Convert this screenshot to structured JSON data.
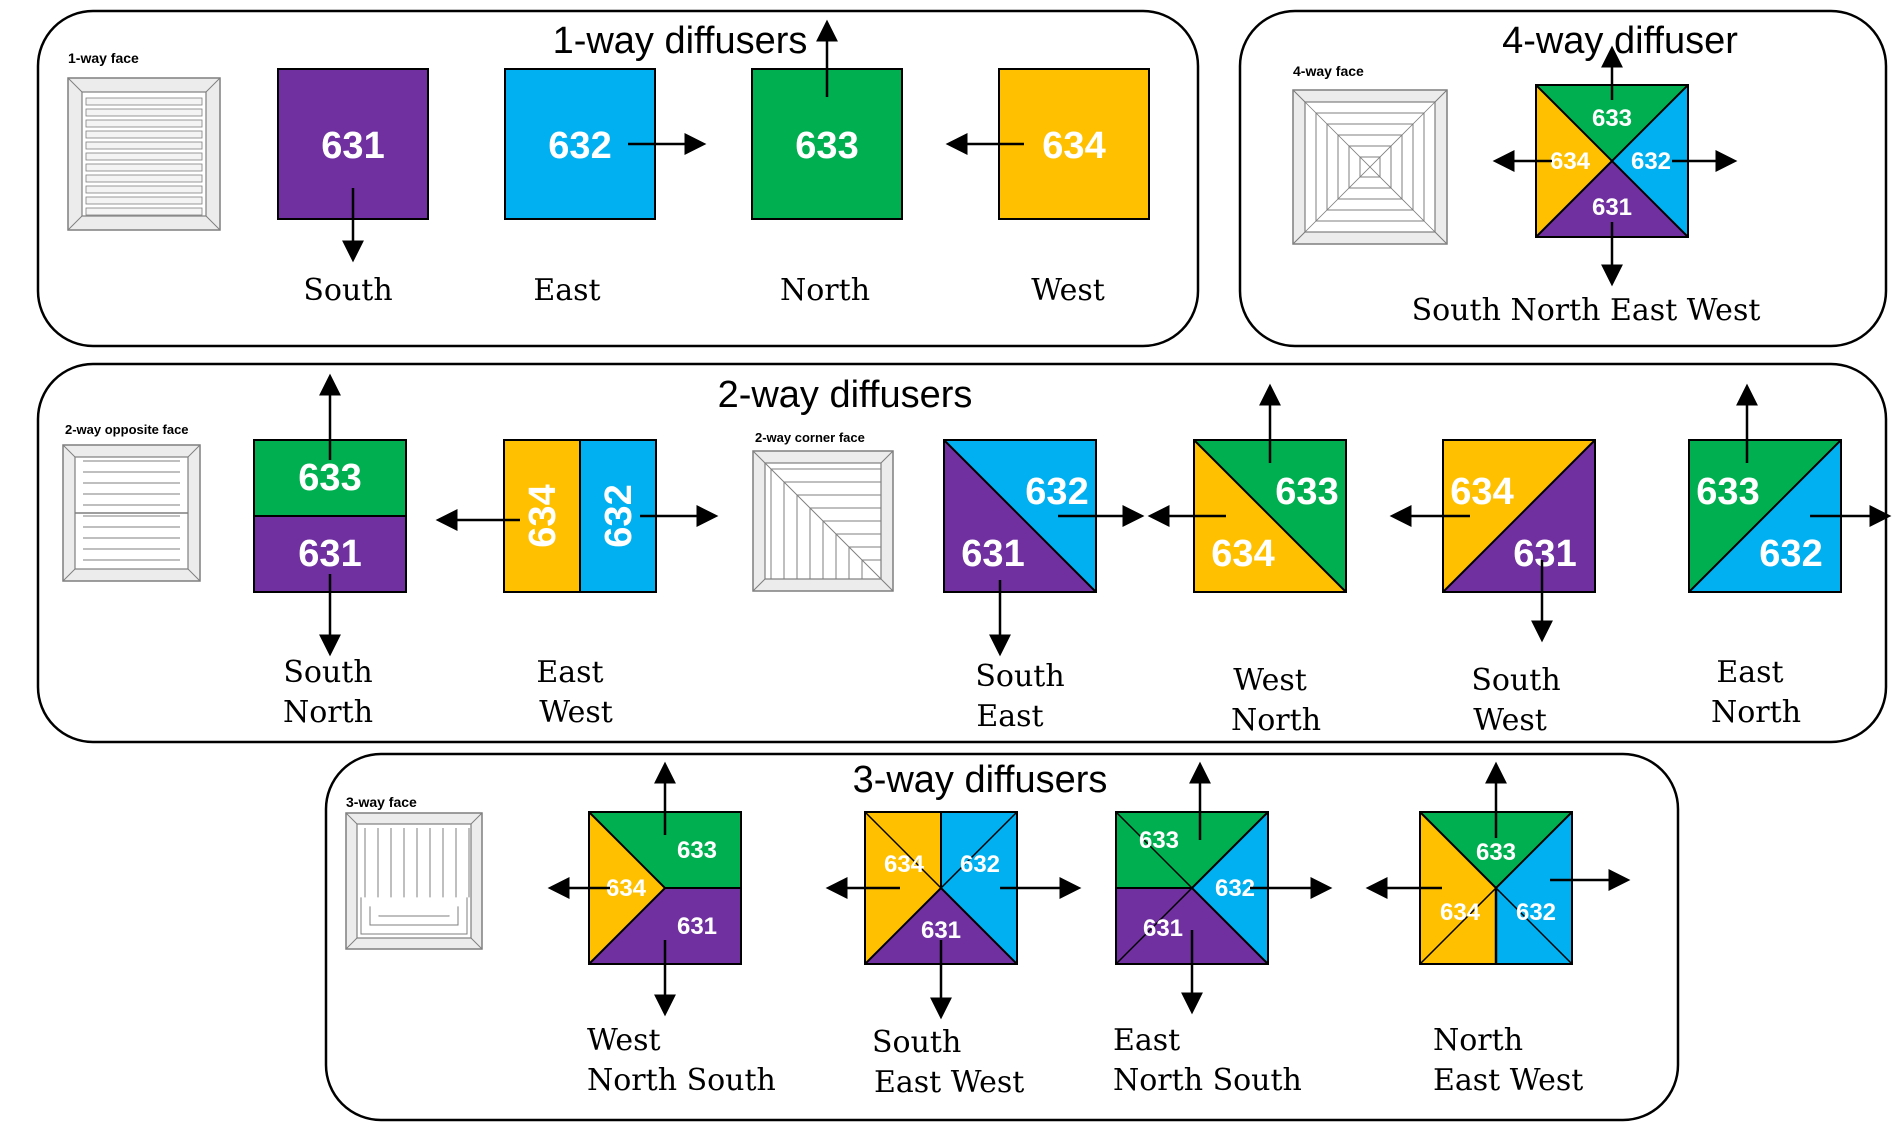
{
  "colors": {
    "c631": "#7030A0",
    "c632": "#00B0F0",
    "c633": "#00B050",
    "c634": "#FFC000",
    "line": "#000000",
    "text_on_color": "#ffffff",
    "panel_border": "#000000",
    "grille_fill": "#ececec",
    "grille_stroke": "#7f7f7f"
  },
  "panels": {
    "one_way": {
      "title": "1-way diffusers",
      "face_label": "1-way face",
      "units": [
        {
          "label": "631",
          "direction": "South"
        },
        {
          "label": "632",
          "direction": "East"
        },
        {
          "label": "633",
          "direction": "North"
        },
        {
          "label": "634",
          "direction": "West"
        }
      ]
    },
    "four_way": {
      "title": "4-way diffuser",
      "face_label": "4-way face",
      "labels": {
        "top": "633",
        "left": "634",
        "right": "632",
        "bottom": "631"
      },
      "directions": "South North East West"
    },
    "two_way": {
      "title": "2-way diffusers",
      "opposite_face_label": "2-way opposite face",
      "corner_face_label": "2-way corner face",
      "units": [
        {
          "labels": [
            "633",
            "631"
          ],
          "line1": "South",
          "line2": "North"
        },
        {
          "labels": [
            "634",
            "632"
          ],
          "line1": "East",
          "line2": "West"
        },
        {
          "labels": [
            "632",
            "631"
          ],
          "line1": "South",
          "line2": "East"
        },
        {
          "labels": [
            "633",
            "634"
          ],
          "line1": "West",
          "line2": "North"
        },
        {
          "labels": [
            "634",
            "631"
          ],
          "line1": "South",
          "line2": "West"
        },
        {
          "labels": [
            "633",
            "632"
          ],
          "line1": "East",
          "line2": "North"
        }
      ]
    },
    "three_way": {
      "title": "3-way diffusers",
      "face_label": "3-way face",
      "units": [
        {
          "labels": [
            "633",
            "634",
            "631"
          ],
          "line1": "West",
          "line2": "North South"
        },
        {
          "labels": [
            "634",
            "632",
            "631"
          ],
          "line1": "South",
          "line2": "East West"
        },
        {
          "labels": [
            "633",
            "632",
            "631"
          ],
          "line1": "East",
          "line2": "North South"
        },
        {
          "labels": [
            "633",
            "634",
            "632"
          ],
          "line1": "North",
          "line2": "East West"
        }
      ]
    }
  }
}
